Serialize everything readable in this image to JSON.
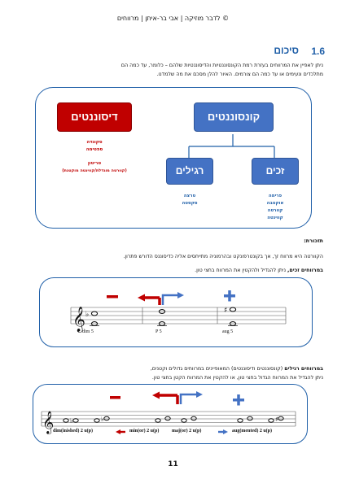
{
  "header": {
    "text": "© לדבר מוזיקה | אבי בר-איתן | מרווחים"
  },
  "section": {
    "number": "1.6",
    "title": "סיכום"
  },
  "intro": {
    "line1": "ניתן לאפיין את המרווחים בעזרת רמת הקונסוננטיות והדיסוננטיות שלהם – כלומר, עד כמה הם",
    "line2": "מתלכדים ונעימים או עד כמה הם צורמים. האיור להלן מסכם את מה שלמדנו."
  },
  "diagram": {
    "consonants": "קונסוננטים",
    "dissonants": "דיסוננטים",
    "perfect": "זכים",
    "regular": "רגילים",
    "perfect_items": [
      "פרימה",
      "אוקטבה",
      "קוורטה",
      "קווינטה"
    ],
    "regular_items": [
      "טרצה",
      "סקסטה"
    ],
    "dissonant_items": [
      "סקונדה",
      "ספטימה"
    ],
    "tritone_title": "טריטון",
    "tritone_sub": "(קוורטה מוגדלת/קווינטה מוקטנת)"
  },
  "reminder": {
    "label": "תזכורת:",
    "text": "הקוורטה היא מרווח זך, אך בקונטרפונקט ובהרמוניה מתייחסים אליה כדיסוננס הדורש פתרון."
  },
  "perfect_note": {
    "bold": "במרווחים זכים,",
    "rest": "ניתן להגדיל ולהקטין את המרווח בחצי טון."
  },
  "staff1": {
    "labels": [
      "dim 5",
      "P 5",
      "aug 5"
    ]
  },
  "regular_note": {
    "bold": "במרווחים רגילים",
    "rest": "(קונסוננטים ודיסוננטים) המאופיינים במרווחים גדולים וקטנים,",
    "line2": "ניתן להגדיל את המרווח הגדול בחצי טון, או להקטין את המרווח הקטן בחצי טון."
  },
  "staff2": {
    "labels": [
      "dim(inished) 2 u(p)",
      "min(or) 2 u(p)",
      "maj(or) 2 u(p)",
      "aug(mented) 2 u(p)"
    ]
  },
  "page_number": "11",
  "colors": {
    "blue": "#4472c4",
    "dark_blue": "#1f5fa8",
    "red": "#c00000"
  }
}
